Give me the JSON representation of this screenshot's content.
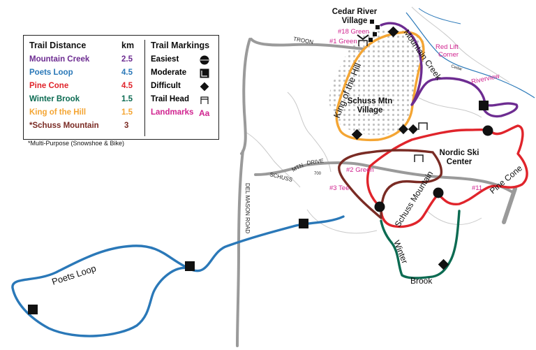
{
  "colors": {
    "mountain_creek": "#6d2c91",
    "poets_loop": "#2a78b8",
    "pine_cone": "#e0242b",
    "winter_brook": "#0c6b52",
    "king_of_the_hill": "#f4a533",
    "schuss_mountain": "#7a2b24",
    "landmark": "#d0238f",
    "road": "#9a9a9a",
    "contour": "#bdbdbd"
  },
  "legend": {
    "distance_heading": "Trail Distance",
    "km_heading": "km",
    "markings_heading": "Trail Markings",
    "trails": [
      {
        "name": "Mountain Creek",
        "km": "2.5",
        "color": "#6d2c91"
      },
      {
        "name": "Poets Loop",
        "km": "4.5",
        "color": "#2a78b8"
      },
      {
        "name": "Pine Cone",
        "km": "4.5",
        "color": "#e0242b"
      },
      {
        "name": "Winter Brook",
        "km": "1.5",
        "color": "#0c6b52"
      },
      {
        "name": "King of the Hill",
        "km": "1.5",
        "color": "#f4a533"
      },
      {
        "name": "*Schuss Mountain",
        "km": "3",
        "color": "#7a2b24"
      }
    ],
    "markings": [
      {
        "label": "Easiest",
        "icon": "black-circle-icon"
      },
      {
        "label": "Moderate",
        "icon": "black-square-icon"
      },
      {
        "label": "Difficult",
        "icon": "black-diamond-icon"
      },
      {
        "label": "Trail Head",
        "icon": "trail-head-icon"
      },
      {
        "label": "Landmarks",
        "sample": "Aa"
      }
    ],
    "footnote": "*Multi-Purpose (Snowshoe & Bike)"
  },
  "map": {
    "trail_labels": {
      "poets_loop": "Poets Loop",
      "king_of_the_hill": "King of the Hill",
      "mountain_creek": "Mountain Creek",
      "schuss_mountain": "Schuss Mountain",
      "pine_cone": "Pine Cone",
      "winter": "Winter",
      "brook": "Brook"
    },
    "places": {
      "cedar_river_1": "Cedar River",
      "cedar_river_2": "Village",
      "schuss_mtn_1": "Schuss Mtn",
      "schuss_mtn_2": "Village",
      "nordic_1": "Nordic Ski",
      "nordic_2": "Center"
    },
    "landmarks": {
      "green_18": "#18 Green",
      "green_1": "#1 Green",
      "red_lift_1": "Red Lift",
      "red_lift_2": "Corner",
      "riverview": "Riverview",
      "green_2": "#2 Green",
      "tee_3": "#3 Tee",
      "hole_11": "#11"
    },
    "roads": {
      "troon": "TROON",
      "schuss": "SCHUSS",
      "mtn": "MTN",
      "drive": "DRIVE",
      "del_mason": "DEL MASON ROAD",
      "num_700": "700",
      "cedar": "Cedar"
    }
  }
}
